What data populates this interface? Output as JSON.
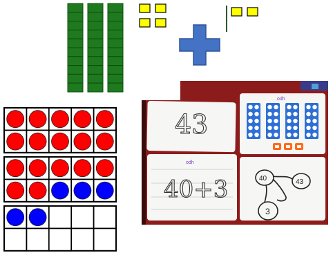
{
  "base_ten": {
    "ten_rods": 3,
    "unit_cubes_group1": 4,
    "unit_cubes_group2": 2,
    "colors": {
      "rod": "#1f7a1f",
      "rod_line": "#0d4d0d",
      "cube": "#ffff00",
      "cube_line": "#000000",
      "plus": "#4472c4"
    }
  },
  "ten_frames": {
    "colors": {
      "red": "#ff0000",
      "blue": "#0000ff",
      "empty": "#ffffff"
    },
    "frames": [
      {
        "rows": [
          [
            "red",
            "red",
            "red",
            "red",
            "red"
          ],
          [
            "red",
            "red",
            "red",
            "red",
            "red"
          ]
        ]
      },
      {
        "rows": [
          [
            "red",
            "red",
            "red",
            "red",
            "red"
          ],
          [
            "red",
            "red",
            "blue",
            "blue",
            "blue"
          ]
        ]
      },
      {
        "rows": [
          [
            "blue",
            "blue",
            "empty",
            "empty",
            "empty"
          ],
          [
            "empty",
            "empty",
            "empty",
            "empty",
            "empty"
          ]
        ]
      }
    ]
  },
  "photo": {
    "boards": {
      "top_left": {
        "text": "43"
      },
      "bottom_left": {
        "text": "40+3",
        "label": "odh"
      },
      "top_right": {
        "label": "odh",
        "blue_cards": 4,
        "orange_counters": 3
      },
      "bottom_right": {
        "whole": "43",
        "part1": "40",
        "part2": "3"
      }
    },
    "colors": {
      "background": "#8c1c1c",
      "board": "#f6f6f4",
      "card": "#2d6fd4",
      "counter": "#ff6a1a",
      "marker": "#222222",
      "label": "#7d3fc9"
    }
  }
}
